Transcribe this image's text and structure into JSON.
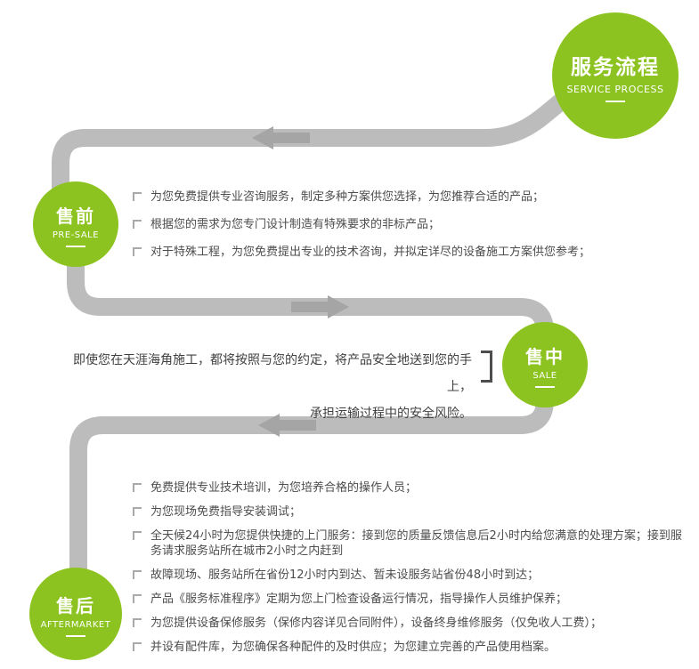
{
  "colors": {
    "green": "#8cc320",
    "path_gray": "#bcbcbc",
    "arrow_gray": "#a5a5a5",
    "text_gray": "#4d4d4d",
    "white": "#ffffff"
  },
  "header": {
    "title": "服务流程",
    "subtitle": "SERVICE PROCESS"
  },
  "stages": {
    "pre_sale": {
      "title": "售前",
      "subtitle": "PRE-SALE",
      "items": [
        "为您免费提供专业咨询服务，制定多种方案供您选择，为您推荐合适的产品；",
        "根据您的需求为您专门设计制造有特殊要求的非标产品；",
        "对于特殊工程，为您免费提出专业的技术咨询，并拟定详尽的设备施工方案供您参考；"
      ]
    },
    "sale": {
      "title": "售中",
      "subtitle": "SALE",
      "lines": [
        "即使您在天涯海角施工，都将按照与您的约定，将产品安全地送到您的手上，",
        "承担运输过程中的安全风险。"
      ]
    },
    "after_sale": {
      "title": "售后",
      "subtitle": "AFTERMARKET",
      "items": [
        "免费提供专业技术培训，为您培养合格的操作人员；",
        "为您现场免费指导安装调试；",
        "全天候24小时为您提供快捷的上门服务：接到您的质量反馈信息后2小时内给您满意的处理方案；接到服务请求服务站所在城市2小时之内赶到",
        "故障现场、服务站所在省份12小时内到达、暂未设服务站省份48小时到达；",
        "产品《服务标准程序》定期为您上门检查设备运行情况，指导操作人员维护保养；",
        "为您提供设备保修服务（保修内容详见合同附件），设备终身维修服务（仅免收人工费）；",
        "并设有配件库，为您确保各种配件的及时供应；为您建立完善的产品使用档案。"
      ]
    }
  }
}
